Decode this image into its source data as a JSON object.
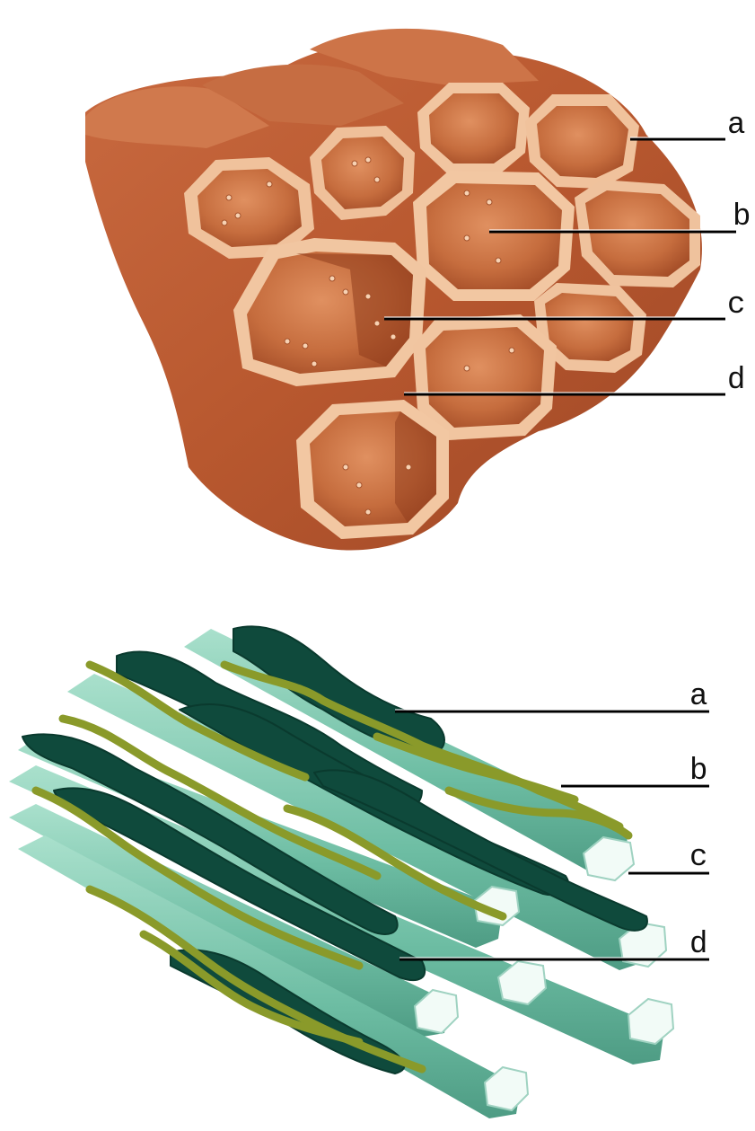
{
  "figures": [
    {
      "name": "wood-cells-diagram",
      "labels": [
        "a",
        "b",
        "c",
        "d"
      ]
    },
    {
      "name": "fibers-diagram",
      "labels": [
        "a",
        "b",
        "c",
        "d"
      ]
    }
  ],
  "colors": {
    "wood_dark": "#b45a34",
    "wood_mid": "#cf7b52",
    "wood_light": "#f2c6a0",
    "wood_inner": "#c46a3d",
    "fiber_dark": "#0f4a3c",
    "fiber_olive": "#8a9a2a",
    "fiber_teal": "#7fc9b2",
    "fiber_white": "#f4fbf8"
  }
}
